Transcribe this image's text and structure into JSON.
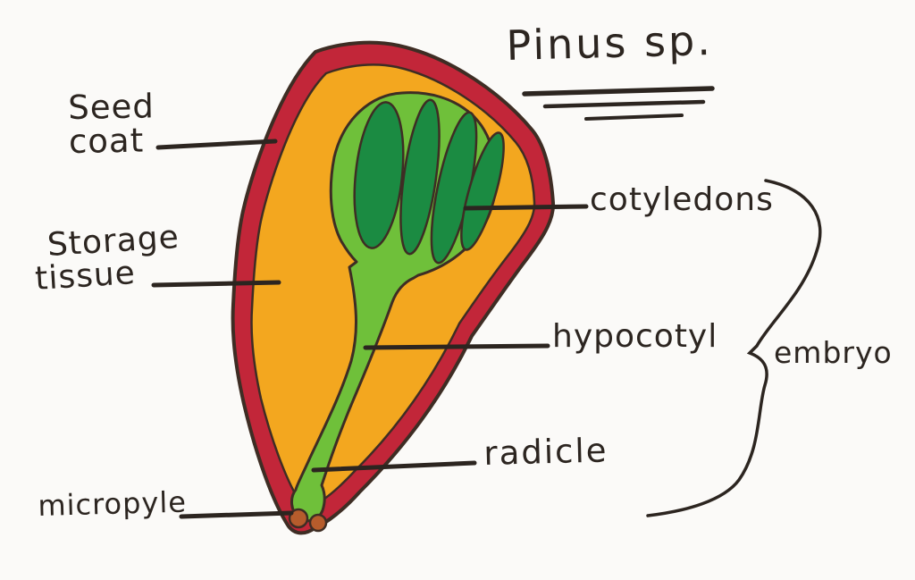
{
  "title": "Pinus sp.",
  "labels": {
    "seed_coat": "Seed\ncoat",
    "storage_tissue": "Storage\ntissue",
    "micropyle": "micropyle",
    "cotyledons": "cotyledons",
    "hypocotyl": "hypocotyl",
    "radicle": "radicle",
    "embryo": "embryo"
  },
  "colors": {
    "background": "#fbfaf8",
    "ink": "#2c2520",
    "outline": "#3e2d24",
    "seed_coat_red": "#c22639",
    "storage_tissue_yellow": "#f3a71f",
    "embryo_light_green": "#6fc03a",
    "cotyledon_dark_green": "#1b8b42",
    "micropyle_brown": "#b65c2c"
  }
}
